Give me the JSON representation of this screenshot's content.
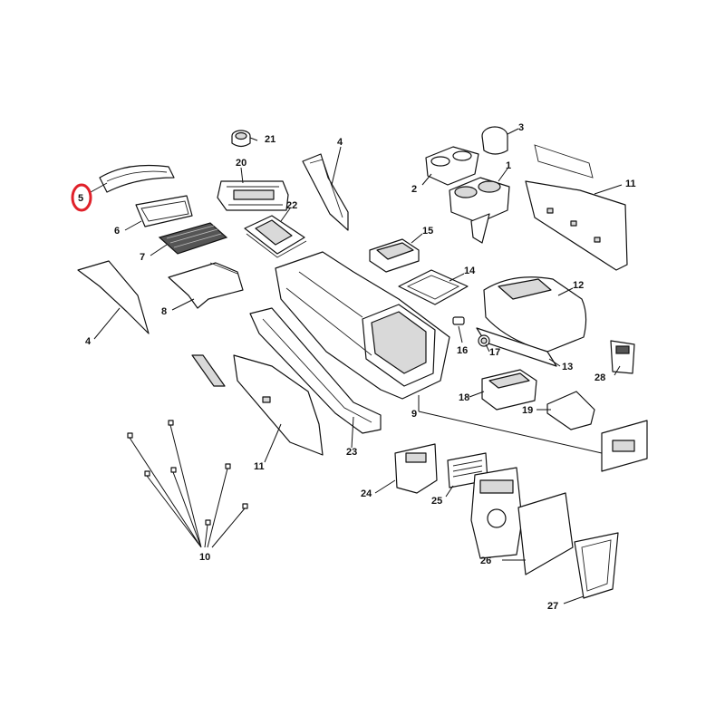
{
  "diagram": {
    "highlight_color": "#e0212a",
    "highlighted_callout": "5",
    "labels": {
      "c1": "1",
      "c2": "2",
      "c3": "3",
      "c4a": "4",
      "c4b": "4",
      "c5": "5",
      "c6": "6",
      "c7": "7",
      "c8": "8",
      "c9": "9",
      "c10": "10",
      "c11a": "11",
      "c11b": "11",
      "c12": "12",
      "c13": "13",
      "c14": "14",
      "c15": "15",
      "c16": "16",
      "c17": "17",
      "c18": "18",
      "c19": "19",
      "c20": "20",
      "c21": "21",
      "c22": "22",
      "c23": "23",
      "c24": "24",
      "c25": "25",
      "c26": "26",
      "c27": "27",
      "c28": "28"
    }
  }
}
